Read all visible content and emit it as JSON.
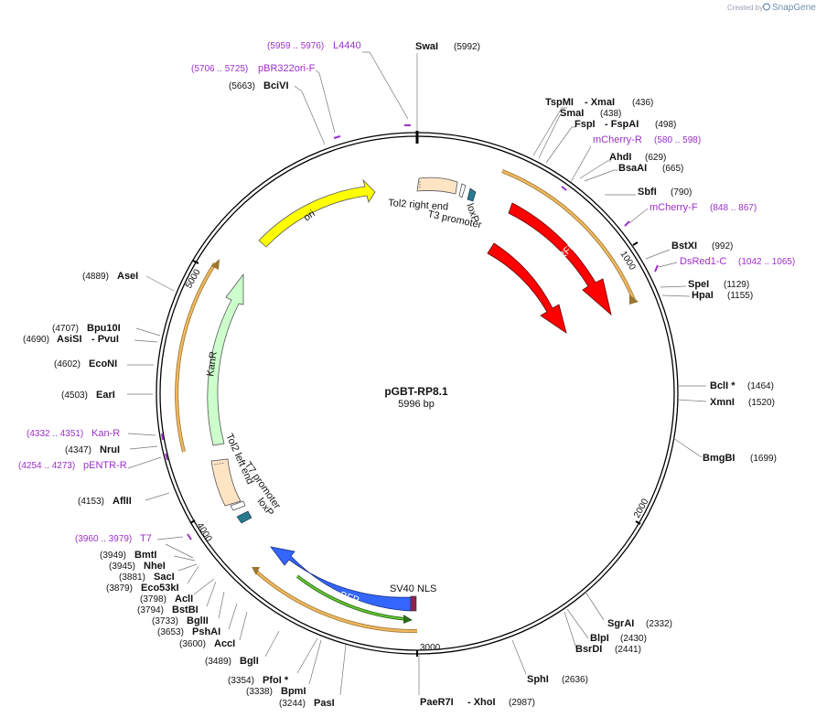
{
  "brand": {
    "created_by": "Created by",
    "app": "SnapGene"
  },
  "plasmid": {
    "name": "pGBT-RP8.1",
    "size": "5996 bp",
    "total_bp": 5996
  },
  "ticks": [
    "1000",
    "2000",
    "3000",
    "4000",
    "5000"
  ],
  "enzymes": [
    {
      "name": "SwaI",
      "pos": "(5992)"
    },
    {
      "name": "TspMI",
      "sep": "- XmaI",
      "pos": "(436)"
    },
    {
      "name": "SmaI",
      "pos": "(438)"
    },
    {
      "name": "FspI",
      "sep": "- FspAI",
      "pos": "(498)"
    },
    {
      "name": "AhdI",
      "pos": "(629)"
    },
    {
      "name": "BsaAI",
      "pos": "(665)"
    },
    {
      "name": "SbfI",
      "pos": "(790)"
    },
    {
      "name": "BstXI",
      "pos": "(992)"
    },
    {
      "name": "SpeI",
      "pos": "(1129)"
    },
    {
      "name": "HpaI",
      "pos": "(1155)"
    },
    {
      "name": "BclI *",
      "pos": "(1464)"
    },
    {
      "name": "XmnI",
      "pos": "(1520)"
    },
    {
      "name": "BmgBI",
      "pos": "(1699)"
    },
    {
      "name": "SgrAI",
      "pos": "(2332)"
    },
    {
      "name": "BlpI",
      "pos": "(2430)"
    },
    {
      "name": "BsrDI",
      "pos": "(2441)"
    },
    {
      "name": "SphI",
      "pos": "(2636)"
    },
    {
      "name": "PaeR7I",
      "sep": "- XhoI",
      "pos": "(2987)"
    },
    {
      "name": "PasI",
      "pos": "(3244)"
    },
    {
      "name": "BpmI",
      "pos": "(3338)"
    },
    {
      "name": "PfoI *",
      "pos": "(3354)"
    },
    {
      "name": "BglI",
      "pos": "(3489)"
    },
    {
      "name": "AccI",
      "pos": "(3600)"
    },
    {
      "name": "PshAI",
      "pos": "(3653)"
    },
    {
      "name": "BglII",
      "pos": "(3733)"
    },
    {
      "name": "BstBI",
      "pos": "(3794)"
    },
    {
      "name": "AclI",
      "pos": "(3798)"
    },
    {
      "name": "Eco53kI",
      "pos": "(3879)"
    },
    {
      "name": "SacI",
      "pos": "(3881)"
    },
    {
      "name": "NheI",
      "pos": "(3945)"
    },
    {
      "name": "BmtI",
      "pos": "(3949)"
    },
    {
      "name": "AflII",
      "pos": "(4153)"
    },
    {
      "name": "NruI",
      "pos": "(4347)"
    },
    {
      "name": "EarI",
      "pos": "(4503)"
    },
    {
      "name": "EcoNI",
      "pos": "(4602)"
    },
    {
      "name": "AsiSI",
      "sep": "- PvuI",
      "pos": "(4690)"
    },
    {
      "name": "Bpu10I",
      "pos": "(4707)"
    },
    {
      "name": "AseI",
      "pos": "(4889)"
    },
    {
      "name": "BciVI",
      "pos": "(5663)"
    }
  ],
  "primers": [
    {
      "name": "L4440",
      "pos": "(5959 .. 5976)"
    },
    {
      "name": "pBR322ori-F",
      "pos": "(5706 .. 5725)"
    },
    {
      "name": "mCherry-R",
      "pos": "(580 .. 598)"
    },
    {
      "name": "mCherry-F",
      "pos": "(848 .. 867)"
    },
    {
      "name": "DsRed1-C",
      "pos": "(1042 .. 1065)"
    },
    {
      "name": "Kan-R",
      "pos": "(4332 .. 4351)"
    },
    {
      "name": "pENTR-R",
      "pos": "(4254 .. 4273)"
    },
    {
      "name": "T7",
      "pos": "(3960 .. 3979)"
    }
  ],
  "features": {
    "ori": "ori",
    "kanr": "KanR",
    "mrfp1": "mRFP1",
    "tagbfp": "TagBFP",
    "sv40": "SV40 NLS",
    "tol2_right": "Tol2 right end",
    "loxp_top": "loxP",
    "t3": "T3 promoter",
    "tol2_left": "Tol2 left end",
    "t7_promoter": "T7 promoter",
    "loxp_bottom": "loxP"
  },
  "colors": {
    "ori": "#ffff00",
    "kanr": "#ccffcc",
    "mrfp1": "#ff0000",
    "tagbfp": "#3366ff",
    "tol2": "#ffe4c4",
    "loxp": "#2a7a8c",
    "primer": "#9b30c8",
    "orf": "#f0b860",
    "sv40": "#8b2252"
  }
}
